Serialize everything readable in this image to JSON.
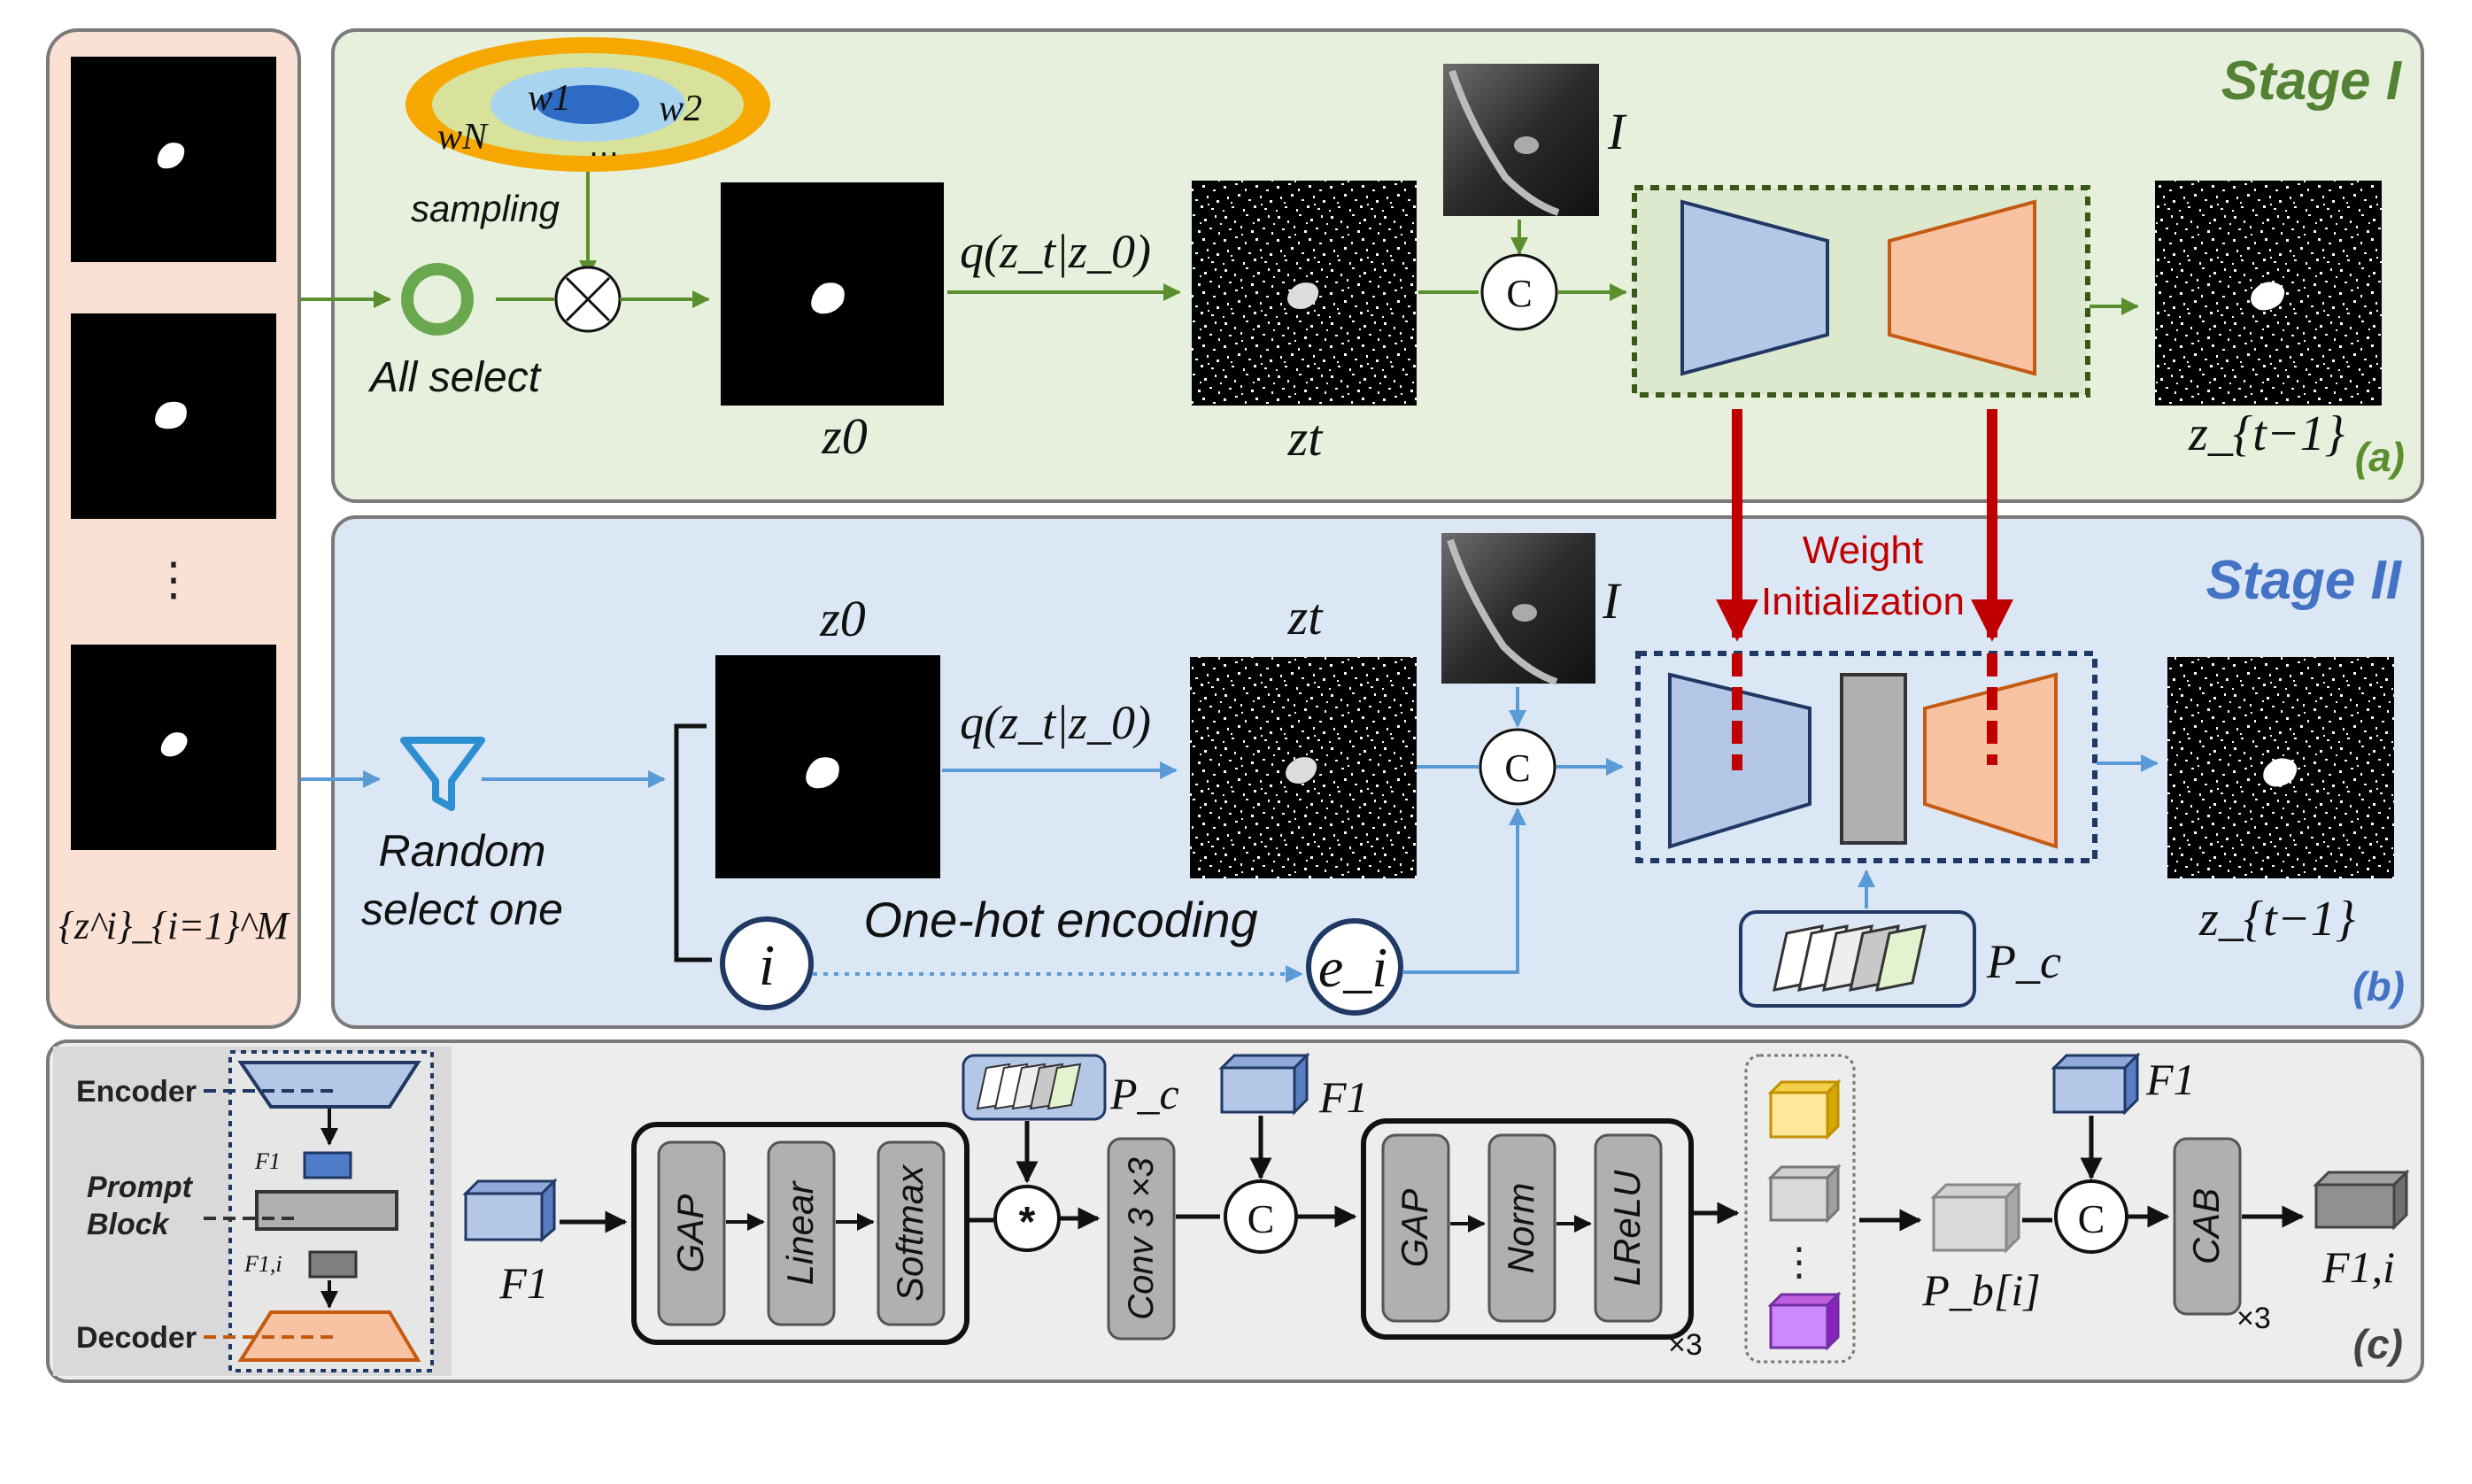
{
  "colors": {
    "green_arrow": "#5b8f2e",
    "blue_arrow": "#5a9bd5",
    "red_arrow": "#c00000",
    "stage1_bg": "#e6f0dc",
    "stage2_bg": "#dbe7f5",
    "left_bg": "#fbe0d4",
    "bottom_bg": "#ededed",
    "encoder": "#b4c7e7",
    "decoder": "#f8c3a3",
    "stage1_title": "#548235",
    "stage2_title": "#4472c4"
  },
  "left_panel": {
    "dots": "⋮",
    "set_label": "{z^i}_{i=1}^M"
  },
  "stage1": {
    "title": "Stage I",
    "tag": "(a)",
    "weights": {
      "w1": "w1",
      "w2": "w2",
      "wN": "wN",
      "dots": "…"
    },
    "sampling": "sampling",
    "all_select": "All select",
    "z0": "z0",
    "q_label": "q(z_t|z_0)",
    "zt": "zt",
    "image_label": "I",
    "concat": "C",
    "output": "z_{t−1}"
  },
  "stage2": {
    "title": "Stage II",
    "tag": "(b)",
    "weight_init_line1": "Weight",
    "weight_init_line2": "Initialization",
    "random_line1": "Random",
    "random_line2": "select one",
    "z0": "z0",
    "q_label": "q(z_t|z_0)",
    "zt": "zt",
    "image_label": "I",
    "concat": "C",
    "index": "i",
    "onehot": "One-hot encoding",
    "ei": "e_i",
    "pc": "P_c",
    "output": "z_{t−1}"
  },
  "panel_c": {
    "tag": "(c)",
    "encoder": "Encoder",
    "prompt_line1": "Prompt",
    "prompt_line2": "Block",
    "decoder": "Decoder",
    "f1_small": "F1",
    "f1i_small": "F1,i",
    "f1_input": "F1",
    "gap": "GAP",
    "linear": "Linear",
    "softmax": "Softmax",
    "pc": "P_c",
    "star": "*",
    "conv": "Conv 3 ×3",
    "f1_a": "F1",
    "concat_a": "C",
    "gap2": "GAP",
    "norm": "Norm",
    "lrelu": "LReLU",
    "times3_a": "×3",
    "dots": "⋮",
    "pb": "P_b[i]",
    "f1_b": "F1",
    "concat_b": "C",
    "cab": "CAB",
    "times3_b": "×3",
    "f1i_out": "F1,i"
  }
}
